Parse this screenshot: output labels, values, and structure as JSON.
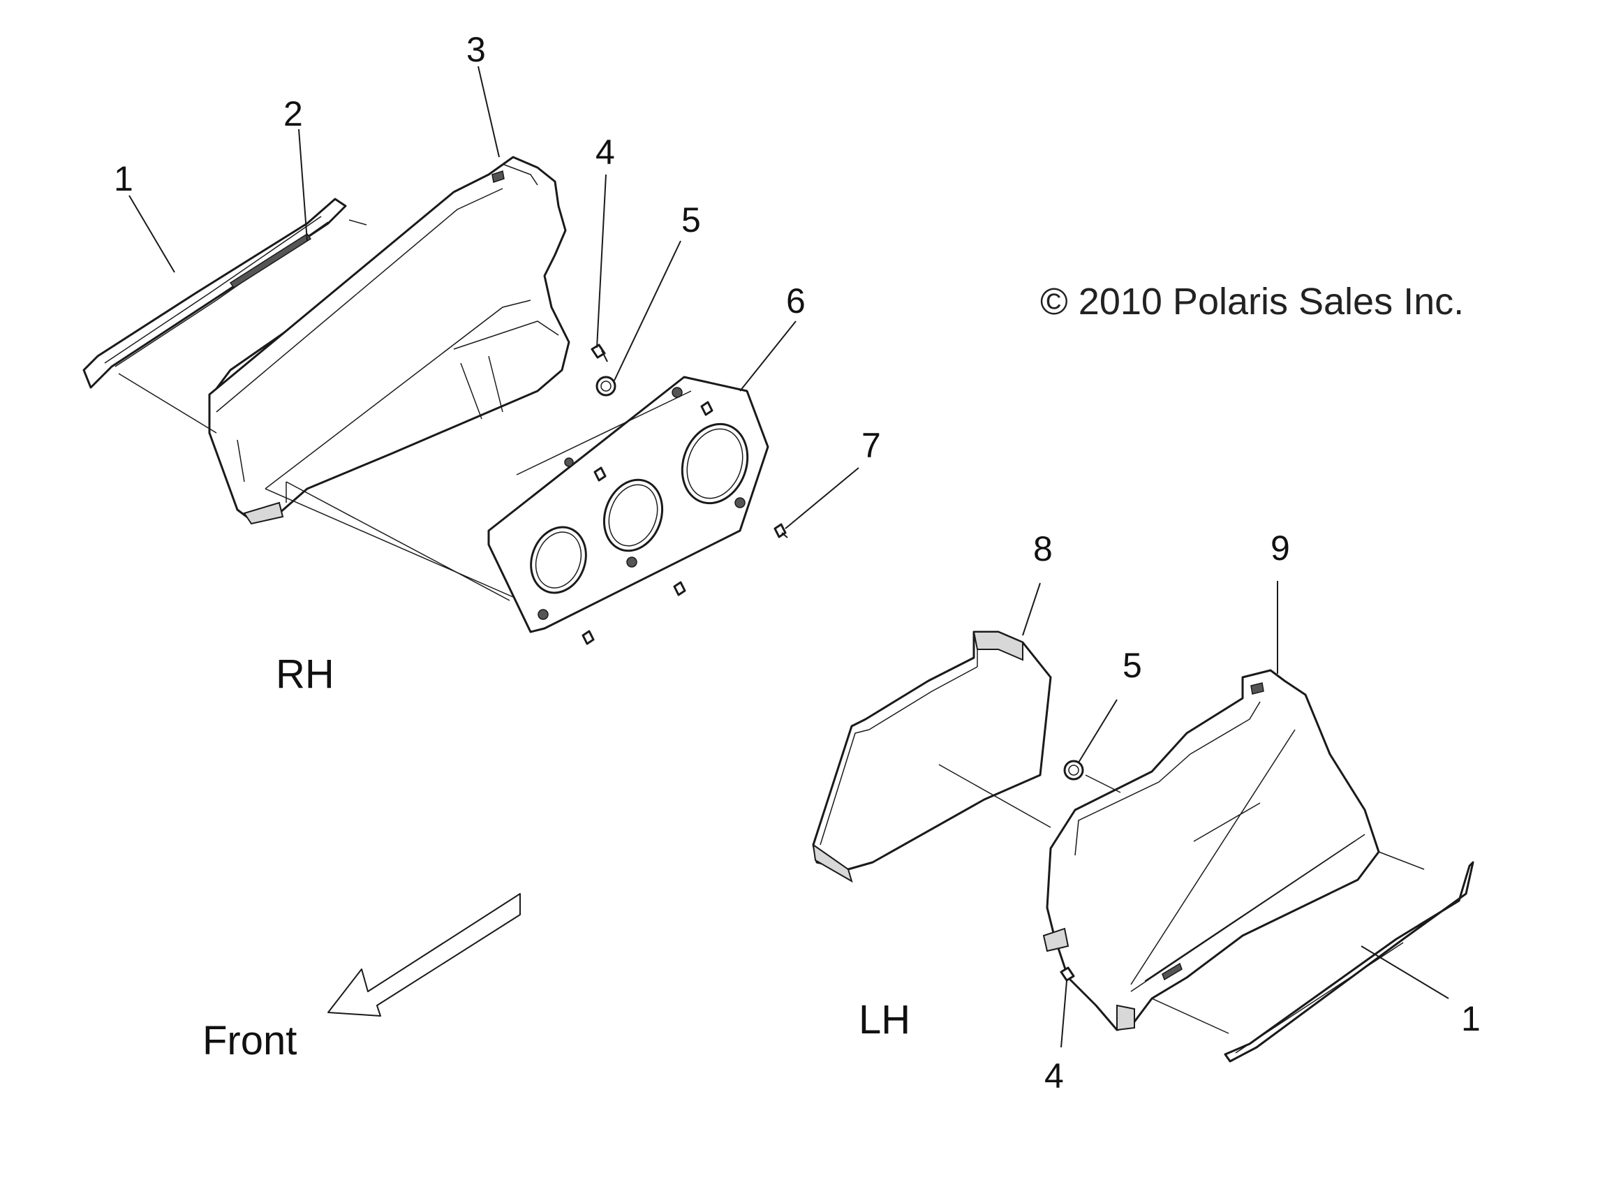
{
  "copyright": "© 2010 Polaris Sales Inc.",
  "side_labels": {
    "rh": "RH",
    "lh": "LH",
    "front": "Front"
  },
  "callouts": {
    "rh_1": "1",
    "rh_2": "2",
    "rh_3": "3",
    "rh_4": "4",
    "rh_5": "5",
    "rh_6": "6",
    "rh_7": "7",
    "lh_8": "8",
    "lh_9": "9",
    "lh_5": "5",
    "lh_1": "1",
    "lh_4": "4"
  }
}
